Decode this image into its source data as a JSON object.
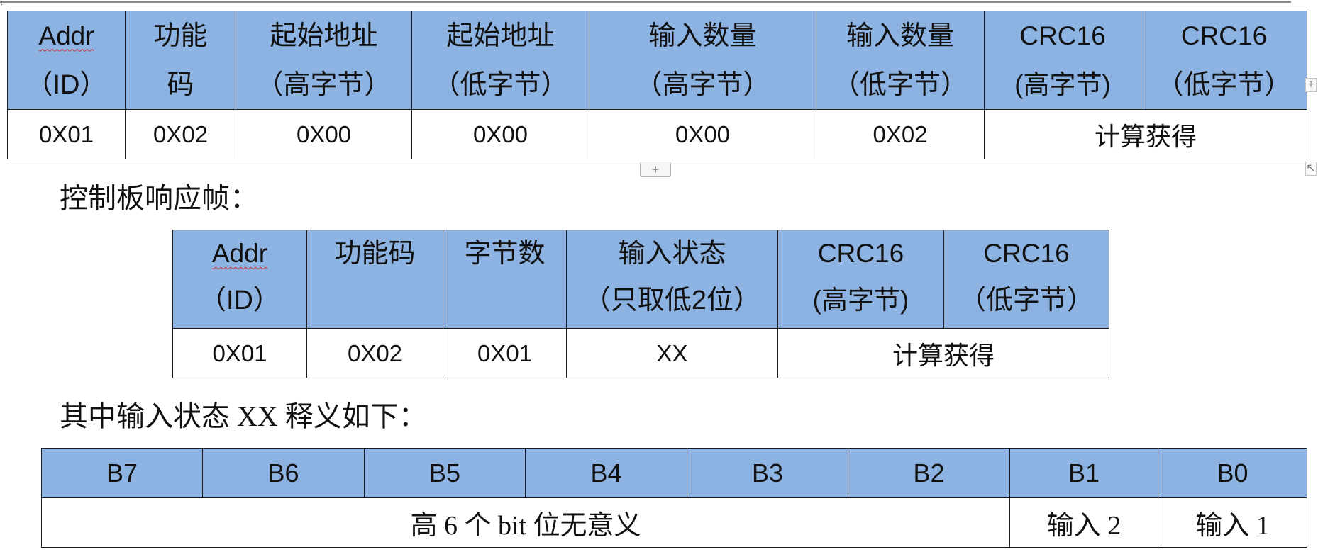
{
  "request_table": {
    "headers": [
      {
        "line1": "Addr",
        "line2": "（ID）"
      },
      {
        "line1": "功能",
        "line2": "码"
      },
      {
        "line1": "起始地址",
        "line2": "（高字节）"
      },
      {
        "line1": "起始地址",
        "line2": "（低字节）"
      },
      {
        "line1": "输入数量",
        "line2": "（高字节）"
      },
      {
        "line1": "输入数量",
        "line2": "（低字节）"
      },
      {
        "line1": "CRC16",
        "line2": "(高字节)"
      },
      {
        "line1": "CRC16",
        "line2": "（低字节）"
      }
    ],
    "values": [
      "0X01",
      "0X02",
      "0X00",
      "0X00",
      "0X00",
      "0X02"
    ],
    "crc_value": "计算获得"
  },
  "response_heading": "控制板响应帧：",
  "response_table": {
    "headers": [
      {
        "line1": "Addr",
        "line2": "（ID）"
      },
      {
        "line1": "功能码",
        "line2": ""
      },
      {
        "line1": "字节数",
        "line2": ""
      },
      {
        "line1": "输入状态",
        "line2": "（只取低2位）"
      },
      {
        "line1": "CRC16",
        "line2": "(高字节)"
      },
      {
        "line1": "CRC16",
        "line2": "（低字节）"
      }
    ],
    "values": [
      "0X01",
      "0X02",
      "0X01",
      "XX"
    ],
    "crc_value": "计算获得"
  },
  "bits_heading": "其中输入状态 XX 释义如下：",
  "bits_table": {
    "headers": [
      "B7",
      "B6",
      "B5",
      "B4",
      "B3",
      "B2",
      "B1",
      "B0"
    ],
    "high_bits_text": "高 6 个 bit 位无意义",
    "b1_text": "输入 2",
    "b0_text": "输入 1"
  },
  "ui": {
    "add_row_label": "+",
    "edge_add_label": "+",
    "edge_resize_label": "↖",
    "corner_label": "↕"
  }
}
